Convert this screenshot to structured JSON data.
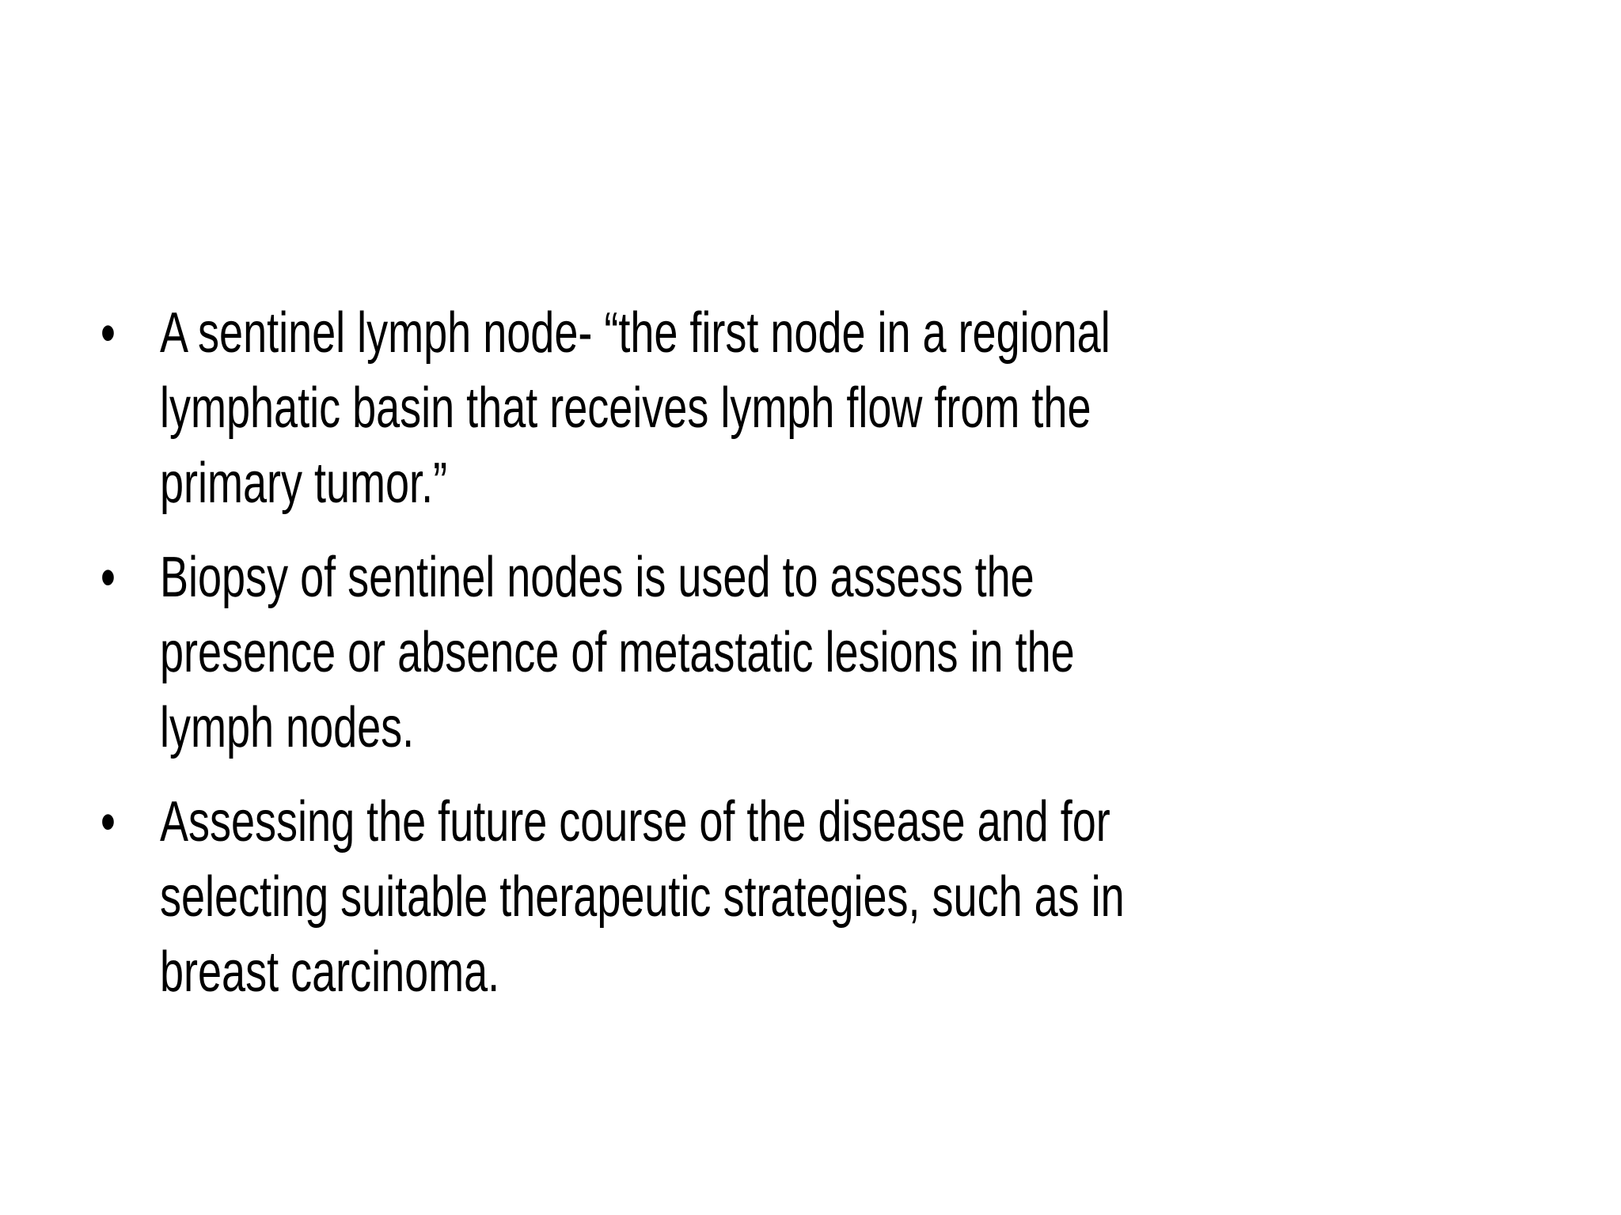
{
  "slide": {
    "background_color": "#ffffff",
    "text_color": "#000000",
    "bullet_char": "•",
    "bullets": [
      {
        "lines": [
          "A sentinel lymph node- “the first node in a regional",
          "lymphatic basin that receives lymph flow from the",
          "primary tumor.”"
        ]
      },
      {
        "lines": [
          "Biopsy of sentinel nodes is used to assess the",
          "presence or absence of metastatic lesions in the",
          "lymph nodes."
        ]
      },
      {
        "lines": [
          "Assessing the future course of the disease and for",
          "selecting suitable therapeutic strategies, such as in",
          "breast carcinoma."
        ]
      }
    ]
  }
}
